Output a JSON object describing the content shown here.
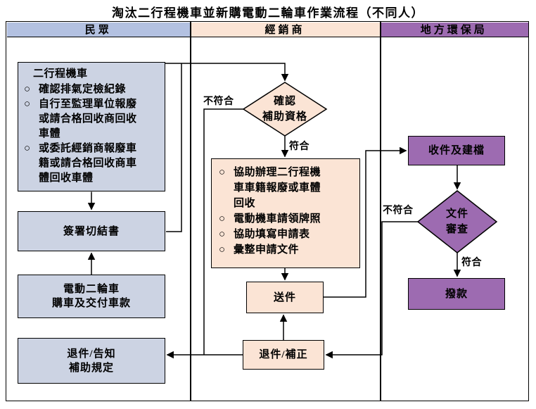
{
  "title": "淘汰二行程機車並新購電動二輪車作業流程（不同人）",
  "lanes": {
    "public": "民眾",
    "dealer": "經銷商",
    "epb": "地方環保局"
  },
  "nodes": {
    "two_stroke": {
      "title": "二行程機車",
      "bullet": "○",
      "items": [
        "確認排氣定檢紀錄",
        "自行至監理單位報廢或請合格回收商回收車體",
        "或委託經銷商報廢車籍或請合格回收商車體回收車體"
      ]
    },
    "sign": "簽署切結書",
    "purchase": {
      "line1": "電動二輪車",
      "line2": "購車及交付車款"
    },
    "reject_notify": {
      "line1": "退件/告知",
      "line2": "補助規定"
    },
    "check_eligibility": {
      "line1": "確認",
      "line2": "補助資格"
    },
    "assist": {
      "bullet": "○",
      "items": [
        "協助辦理二行程機車車籍報廢或車體回收",
        "電動機車請領牌照",
        "協助填寫申請表",
        "彙整申請文件"
      ]
    },
    "submit": "送件",
    "return_correct": "退件/補正",
    "receive_file": "收件及建檔",
    "doc_review": {
      "line1": "文件",
      "line2": "審查"
    },
    "disburse": "撥款"
  },
  "edge_labels": {
    "not_eligible_1": "不符合",
    "eligible_1": "符合",
    "not_eligible_2": "不符合",
    "eligible_2": "符合"
  },
  "colors": {
    "public_header": "#b3c1e1",
    "public_box": "#ccd3e3",
    "dealer_fill": "#fbe4d5",
    "epb_fill": "#9d6bb1",
    "line": "#000000"
  }
}
